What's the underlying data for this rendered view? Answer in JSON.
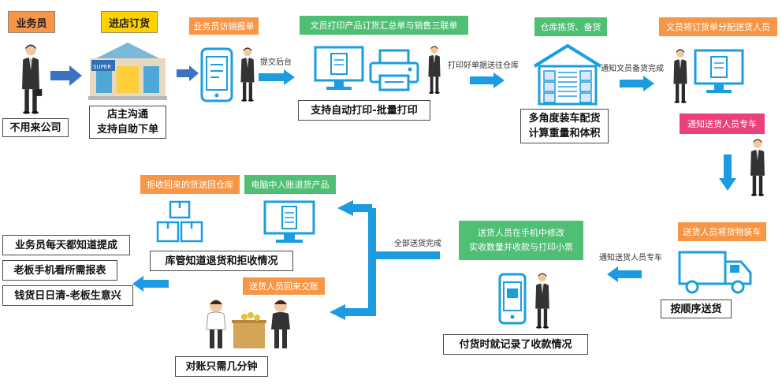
{
  "headers": {
    "salesman": "业务员",
    "store_order": "进店订货"
  },
  "boxes": {
    "no_visit": "不用来公司",
    "store_talk_1": "店主沟通",
    "store_talk_2": "支持自助下单",
    "auto_print": "支持自动打印-批量打印",
    "multi_load_1": "多角度装车配货",
    "multi_load_2": "计算重量和体积",
    "in_order": "按顺序送货",
    "payment_recorded": "付货时就记录了收款情况",
    "warehouse_know": "库管知道退货和拒收情况",
    "reconcile": "对账只需几分钟",
    "know_collect": "业务员每天都知道提成",
    "boss_phone": "老板手机看所需报表",
    "cash_clear": "钱货日日清-老板生意兴"
  },
  "tags": {
    "visit_order": "业务员访销报单",
    "clerk_print": "文员打印产品订货汇总单与销售三联单",
    "pick_stock": "仓库拣货、备货",
    "assign_delivery": "文员将订货单分配送货人员",
    "notify_car": "通知送货人员专车",
    "deliver_load": "送货人员将货物装车",
    "modify_qty_1": "送货人员在手机中修改",
    "modify_qty_2": "实收数量并收款与打印小票",
    "refused_goods": "拒收回来的货送回仓库",
    "pc_return": "电脑中入账退货产品",
    "settle_back": "送货人员回来交账"
  },
  "labels": {
    "submit": "提交后台",
    "print_send": "打印好单据送往仓库",
    "notify_done": "通知文员备货完成",
    "notify_car2": "通知送货人员专车",
    "all_done": "全部送货完成"
  },
  "icons": [
    "person-icon",
    "store-icon",
    "phone-icon",
    "printer-icon",
    "monitor-icon",
    "warehouse-icon",
    "truck-icon",
    "boxes-icon",
    "document-icon",
    "meeting-icon"
  ],
  "colors": {
    "orange": "#f79646",
    "green": "#4fbf74",
    "pink": "#ec3f7c",
    "blue": "#2aa3df",
    "arrow": "#1b9ce2",
    "icon_blue": "#1a9ee0"
  }
}
